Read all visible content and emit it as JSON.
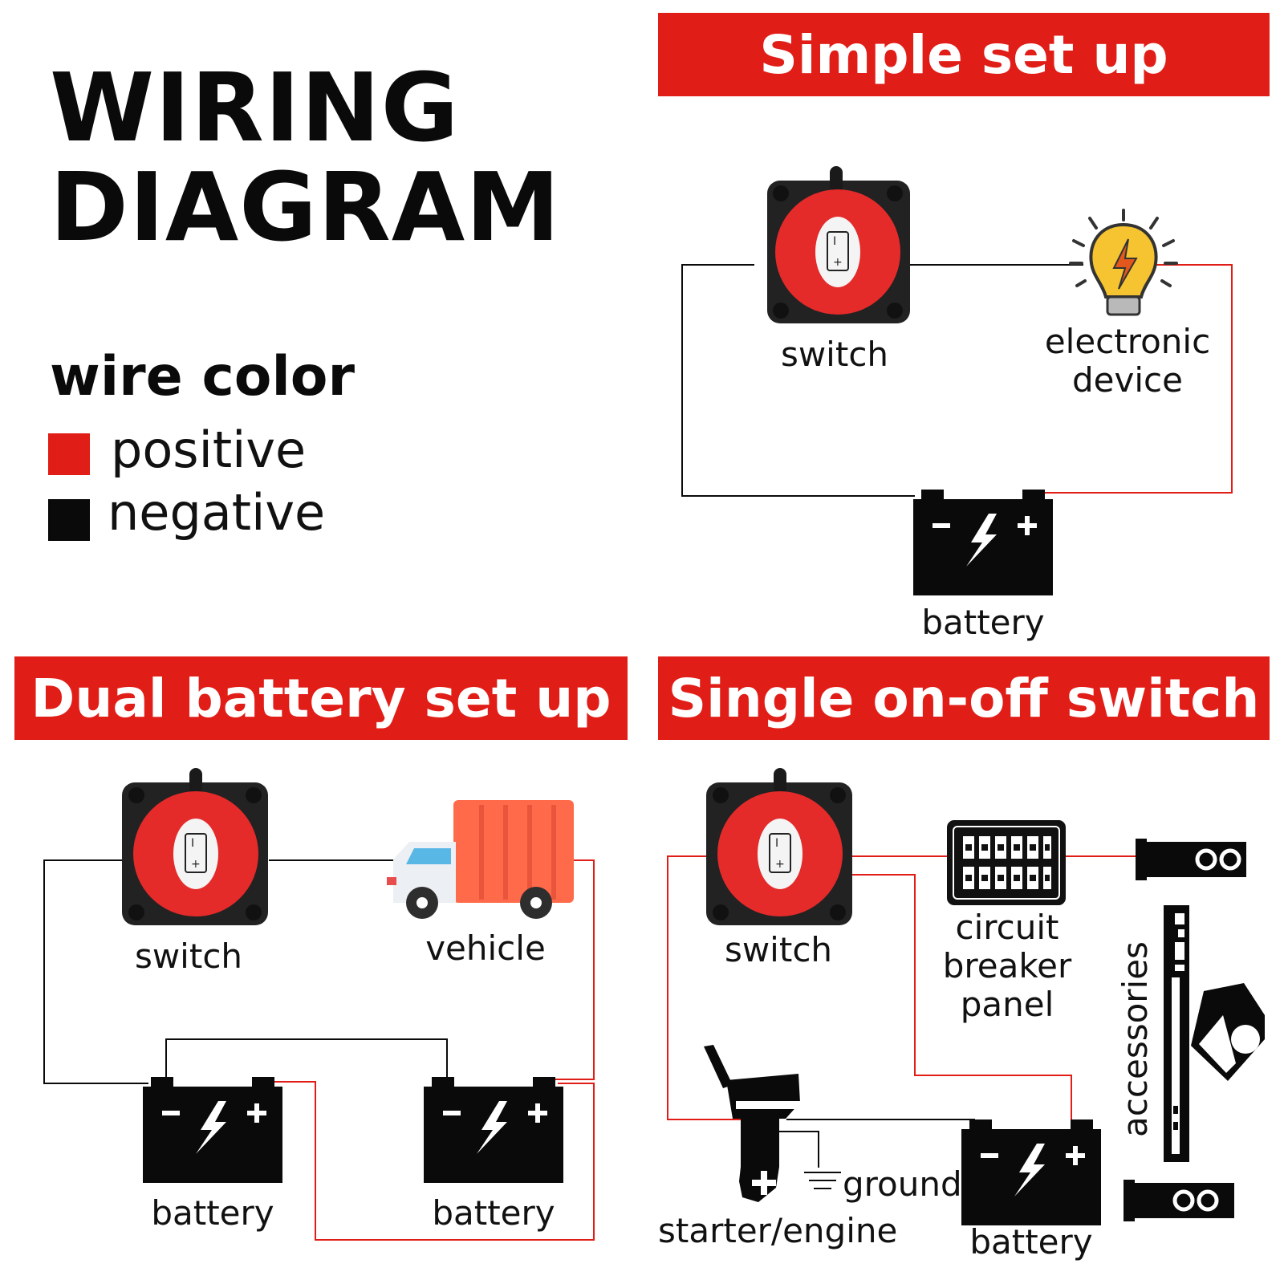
{
  "title": {
    "line1": "WIRING",
    "line2": "DIAGRAM"
  },
  "legend": {
    "heading": "wire color",
    "positive": {
      "label": "positive",
      "color": "#e11d17"
    },
    "negative": {
      "label": "negative",
      "color": "#0a0a0a"
    }
  },
  "panels": {
    "simple": {
      "banner": "Simple set up",
      "switch_label": "switch",
      "device_label_1": "electronic",
      "device_label_2": "device",
      "battery_label": "battery"
    },
    "dual": {
      "banner": "Dual battery set up",
      "switch_label": "switch",
      "vehicle_label": "vehicle",
      "battery1_label": "battery",
      "battery2_label": "battery"
    },
    "single": {
      "banner": "Single on-off switch",
      "switch_label": "switch",
      "breaker_label_1": "circuit",
      "breaker_label_2": "breaker",
      "breaker_label_3": "panel",
      "accessories_label": "accessories",
      "ground_label": "ground",
      "engine_label": "starter/engine",
      "battery_label": "battery"
    }
  },
  "colors": {
    "red": "#e11d17",
    "black": "#0a0a0a",
    "switch_red": "#e52a2a",
    "bulb": "#f6c430",
    "truck": "#ff6b4a"
  }
}
